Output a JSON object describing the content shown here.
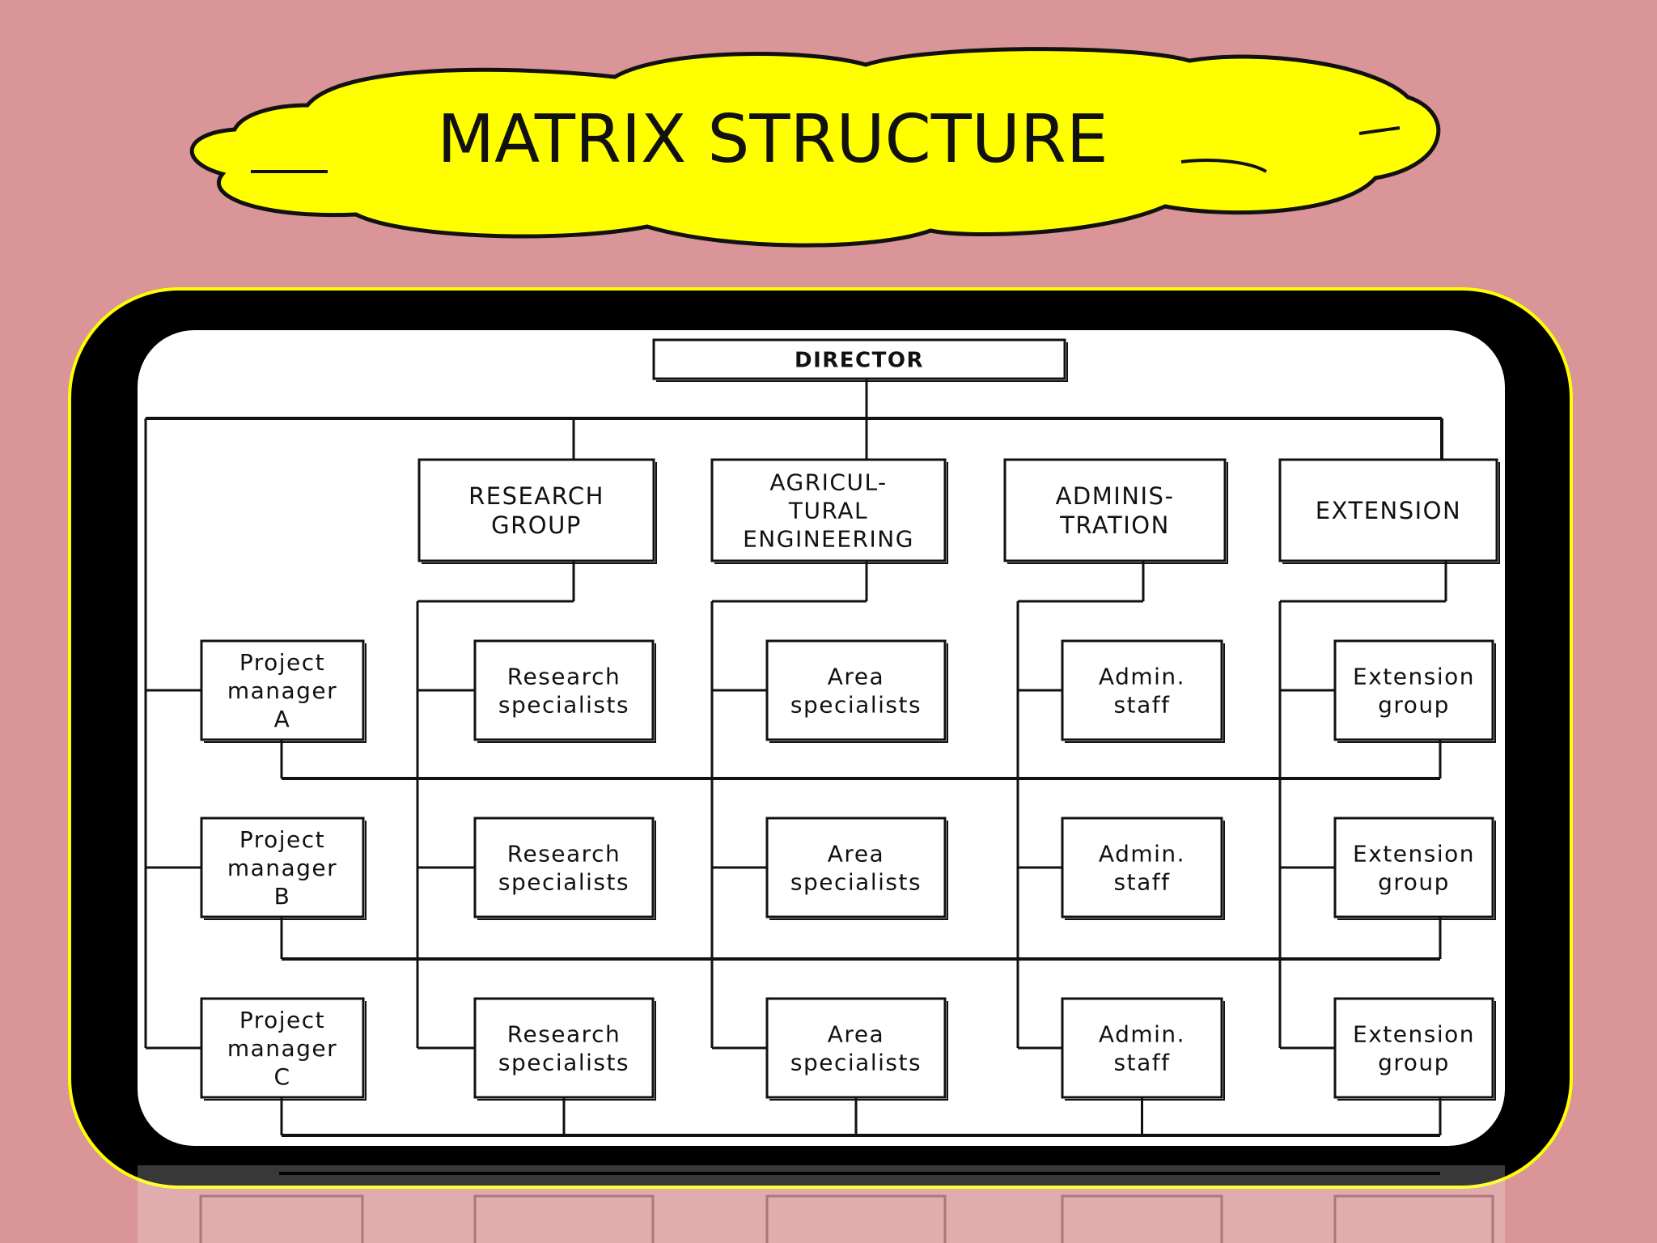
{
  "slide": {
    "title": "MATRIX STRUCTURE",
    "colors": {
      "background": "#d99597",
      "cloud": "#ffff00",
      "frame": "#000000",
      "frame_border": "#ffff00"
    }
  },
  "chart": {
    "director": "DIRECTOR",
    "departments": [
      {
        "lines": [
          "RESEARCH",
          "GROUP"
        ]
      },
      {
        "lines": [
          "AGRICUL-",
          "TURAL",
          "ENGINEERING"
        ]
      },
      {
        "lines": [
          "ADMINIS-",
          "TRATION"
        ]
      },
      {
        "lines": [
          "EXTENSION"
        ]
      }
    ],
    "project_managers": [
      {
        "lines": [
          "Project",
          "manager",
          "A"
        ]
      },
      {
        "lines": [
          "Project",
          "manager",
          "B"
        ]
      },
      {
        "lines": [
          "Project",
          "manager",
          "C"
        ]
      }
    ],
    "units": [
      {
        "lines": [
          "Research",
          "specialists"
        ]
      },
      {
        "lines": [
          "Area",
          "specialists"
        ]
      },
      {
        "lines": [
          "Admin.",
          "staff"
        ]
      },
      {
        "lines": [
          "Extension",
          "group"
        ]
      }
    ]
  }
}
